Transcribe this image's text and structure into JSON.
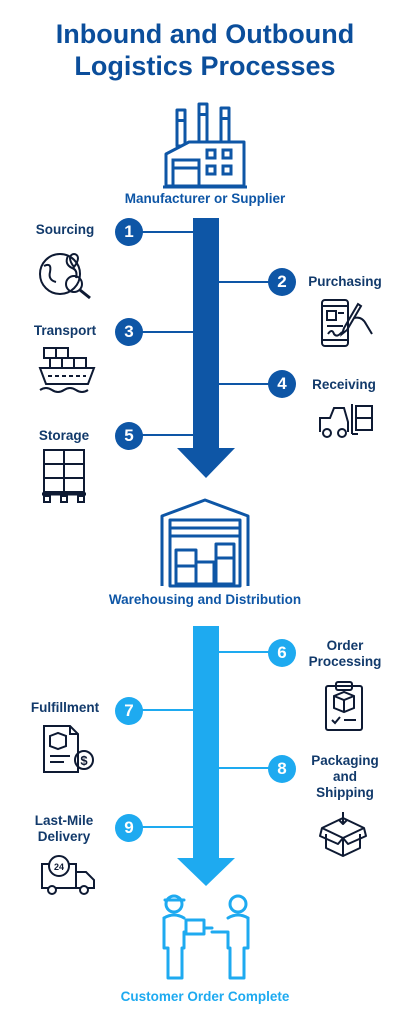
{
  "title": {
    "line1": "Inbound and Outbound",
    "line2": "Logistics Processes"
  },
  "colors": {
    "inbound": "#0e56a6",
    "outbound": "#1eaaf0",
    "title": "#0b4e9b",
    "icon": "#0e1a33"
  },
  "hubs": {
    "manufacturer": "Manufacturer or Supplier",
    "warehouse": "Warehousing and Distribution",
    "customer": "Customer Order Complete"
  },
  "steps": [
    {
      "number": "1",
      "label": "Sourcing",
      "icon": "globe-search-icon"
    },
    {
      "number": "2",
      "label": "Purchasing",
      "icon": "tablet-signature-icon"
    },
    {
      "number": "3",
      "label": "Transport",
      "icon": "cargo-ship-icon"
    },
    {
      "number": "4",
      "label": "Receiving",
      "icon": "forklift-icon"
    },
    {
      "number": "5",
      "label": "Storage",
      "icon": "pallet-boxes-icon"
    },
    {
      "number": "6",
      "label_line1": "Order",
      "label_line2": "Processing",
      "icon": "clipboard-order-icon"
    },
    {
      "number": "7",
      "label": "Fulfillment",
      "icon": "invoice-dollar-icon"
    },
    {
      "number": "8",
      "label_line1": "Packaging",
      "label_line2": "and",
      "label_line3": "Shipping",
      "icon": "package-box-icon"
    },
    {
      "number": "9",
      "label_line1": "Last-Mile",
      "label_line2": "Delivery",
      "icon": "delivery-truck-24-icon"
    }
  ]
}
